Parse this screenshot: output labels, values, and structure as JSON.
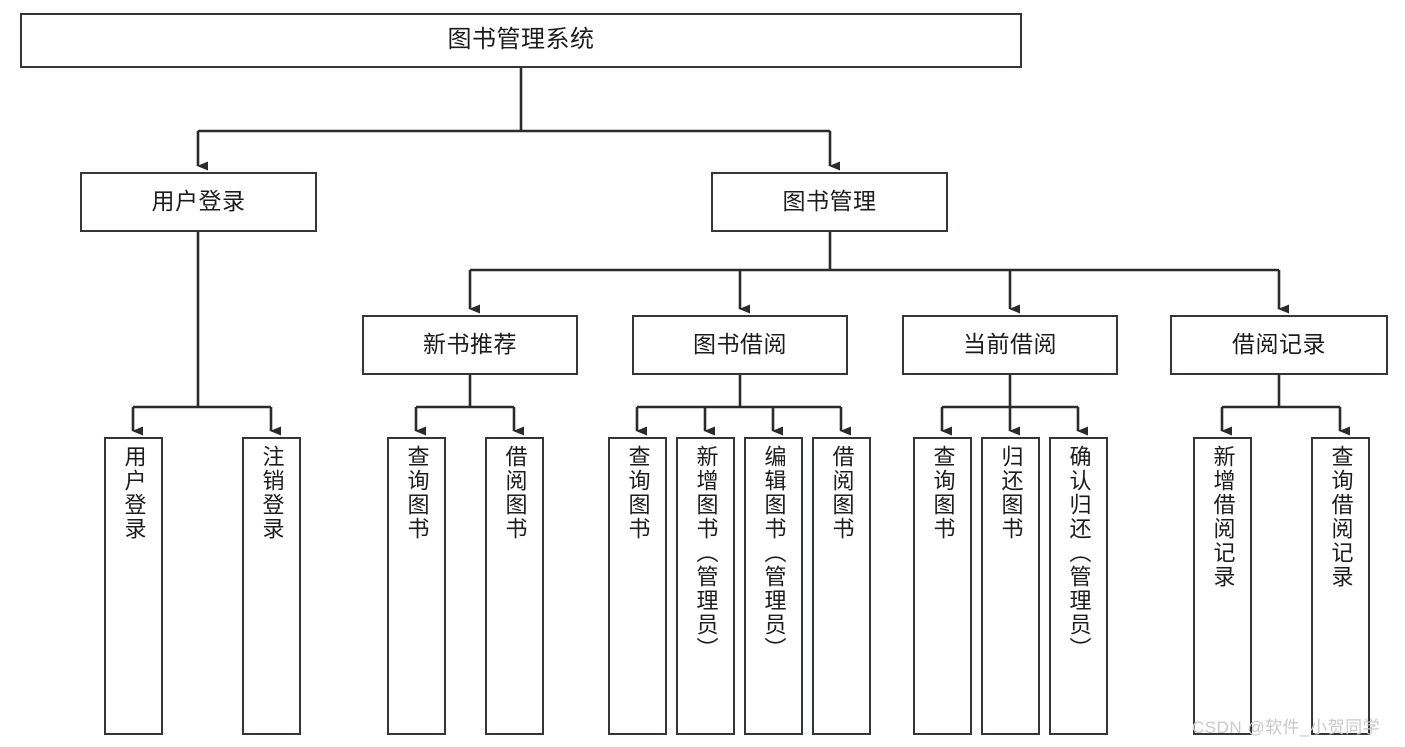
{
  "diagram": {
    "type": "tree-hierarchy-diagram",
    "title": "图书管理系统",
    "background_color": "#ffffff",
    "box_border_color": "#33363b",
    "connector_color": "#2b2b2b",
    "text_color": "#1c1c1c"
  },
  "root": {
    "label": "图书管理系统"
  },
  "level2": [
    {
      "label": "用户登录"
    },
    {
      "label": "图书管理"
    }
  ],
  "level3": [
    {
      "label": "新书推荐"
    },
    {
      "label": "图书借阅"
    },
    {
      "label": "当前借阅"
    },
    {
      "label": "借阅记录"
    }
  ],
  "leaves": {
    "user_login": [
      {
        "label": "用户登录"
      },
      {
        "label": "注销登录"
      }
    ],
    "new_book": [
      {
        "label": "查询图书"
      },
      {
        "label": "借阅图书"
      }
    ],
    "book_borrow": [
      {
        "label": "查询图书"
      },
      {
        "label": "新增图书（管理员）"
      },
      {
        "label": "编辑图书（管理员）"
      },
      {
        "label": "借阅图书"
      }
    ],
    "current_borrow": [
      {
        "label": "查询图书"
      },
      {
        "label": "归还图书"
      },
      {
        "label": "确认归还（管理员）"
      }
    ],
    "borrow_record": [
      {
        "label": "新增借阅记录"
      },
      {
        "label": "查询借阅记录"
      }
    ]
  },
  "watermark": {
    "text": "CSDN @软件_小贺同学",
    "color": "#c9c9c9"
  }
}
